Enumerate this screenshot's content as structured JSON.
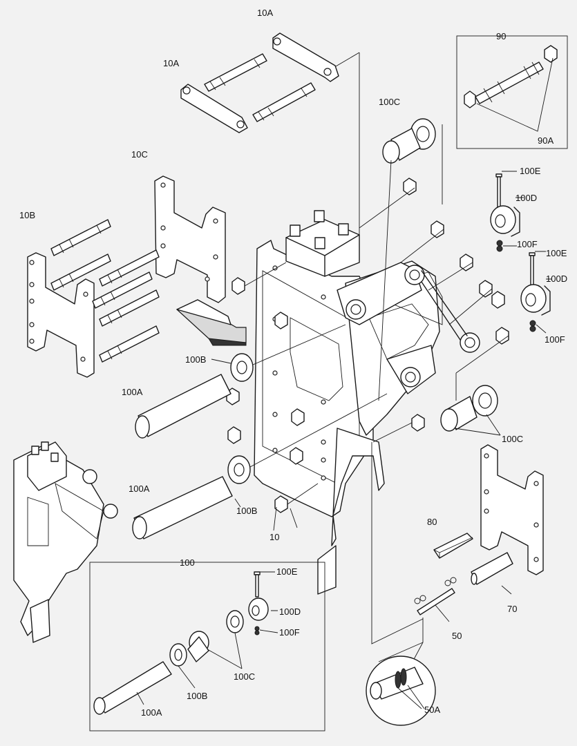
{
  "labels": {
    "l90": "90",
    "l90A": "90A",
    "l10A_top": "10A",
    "l10A_left": "10A",
    "l10B": "10B",
    "l10C": "10C",
    "l100C_top": "100C",
    "l100E_top": "100E",
    "l100D_top": "100D",
    "l100F_top": "100F",
    "l100E_mid": "100E",
    "l100D_mid": "100D",
    "l100F_mid": "100F",
    "l100B_top": "100B",
    "l100A_top": "100A",
    "l100C_mid": "100C",
    "l100A_mid": "100A",
    "l100B_mid": "100B",
    "l10": "10",
    "l80": "80",
    "l70": "70",
    "l50": "50",
    "l50A": "50A",
    "l100": "100",
    "l100E_box": "100E",
    "l100D_box": "100D",
    "l100F_box": "100F",
    "l100C_box": "100C",
    "l100B_box": "100B",
    "l100A_box": "100A"
  },
  "colors": {
    "line": "#1a1a1a",
    "part": "#ffffff",
    "background": "#f2f2f2"
  }
}
